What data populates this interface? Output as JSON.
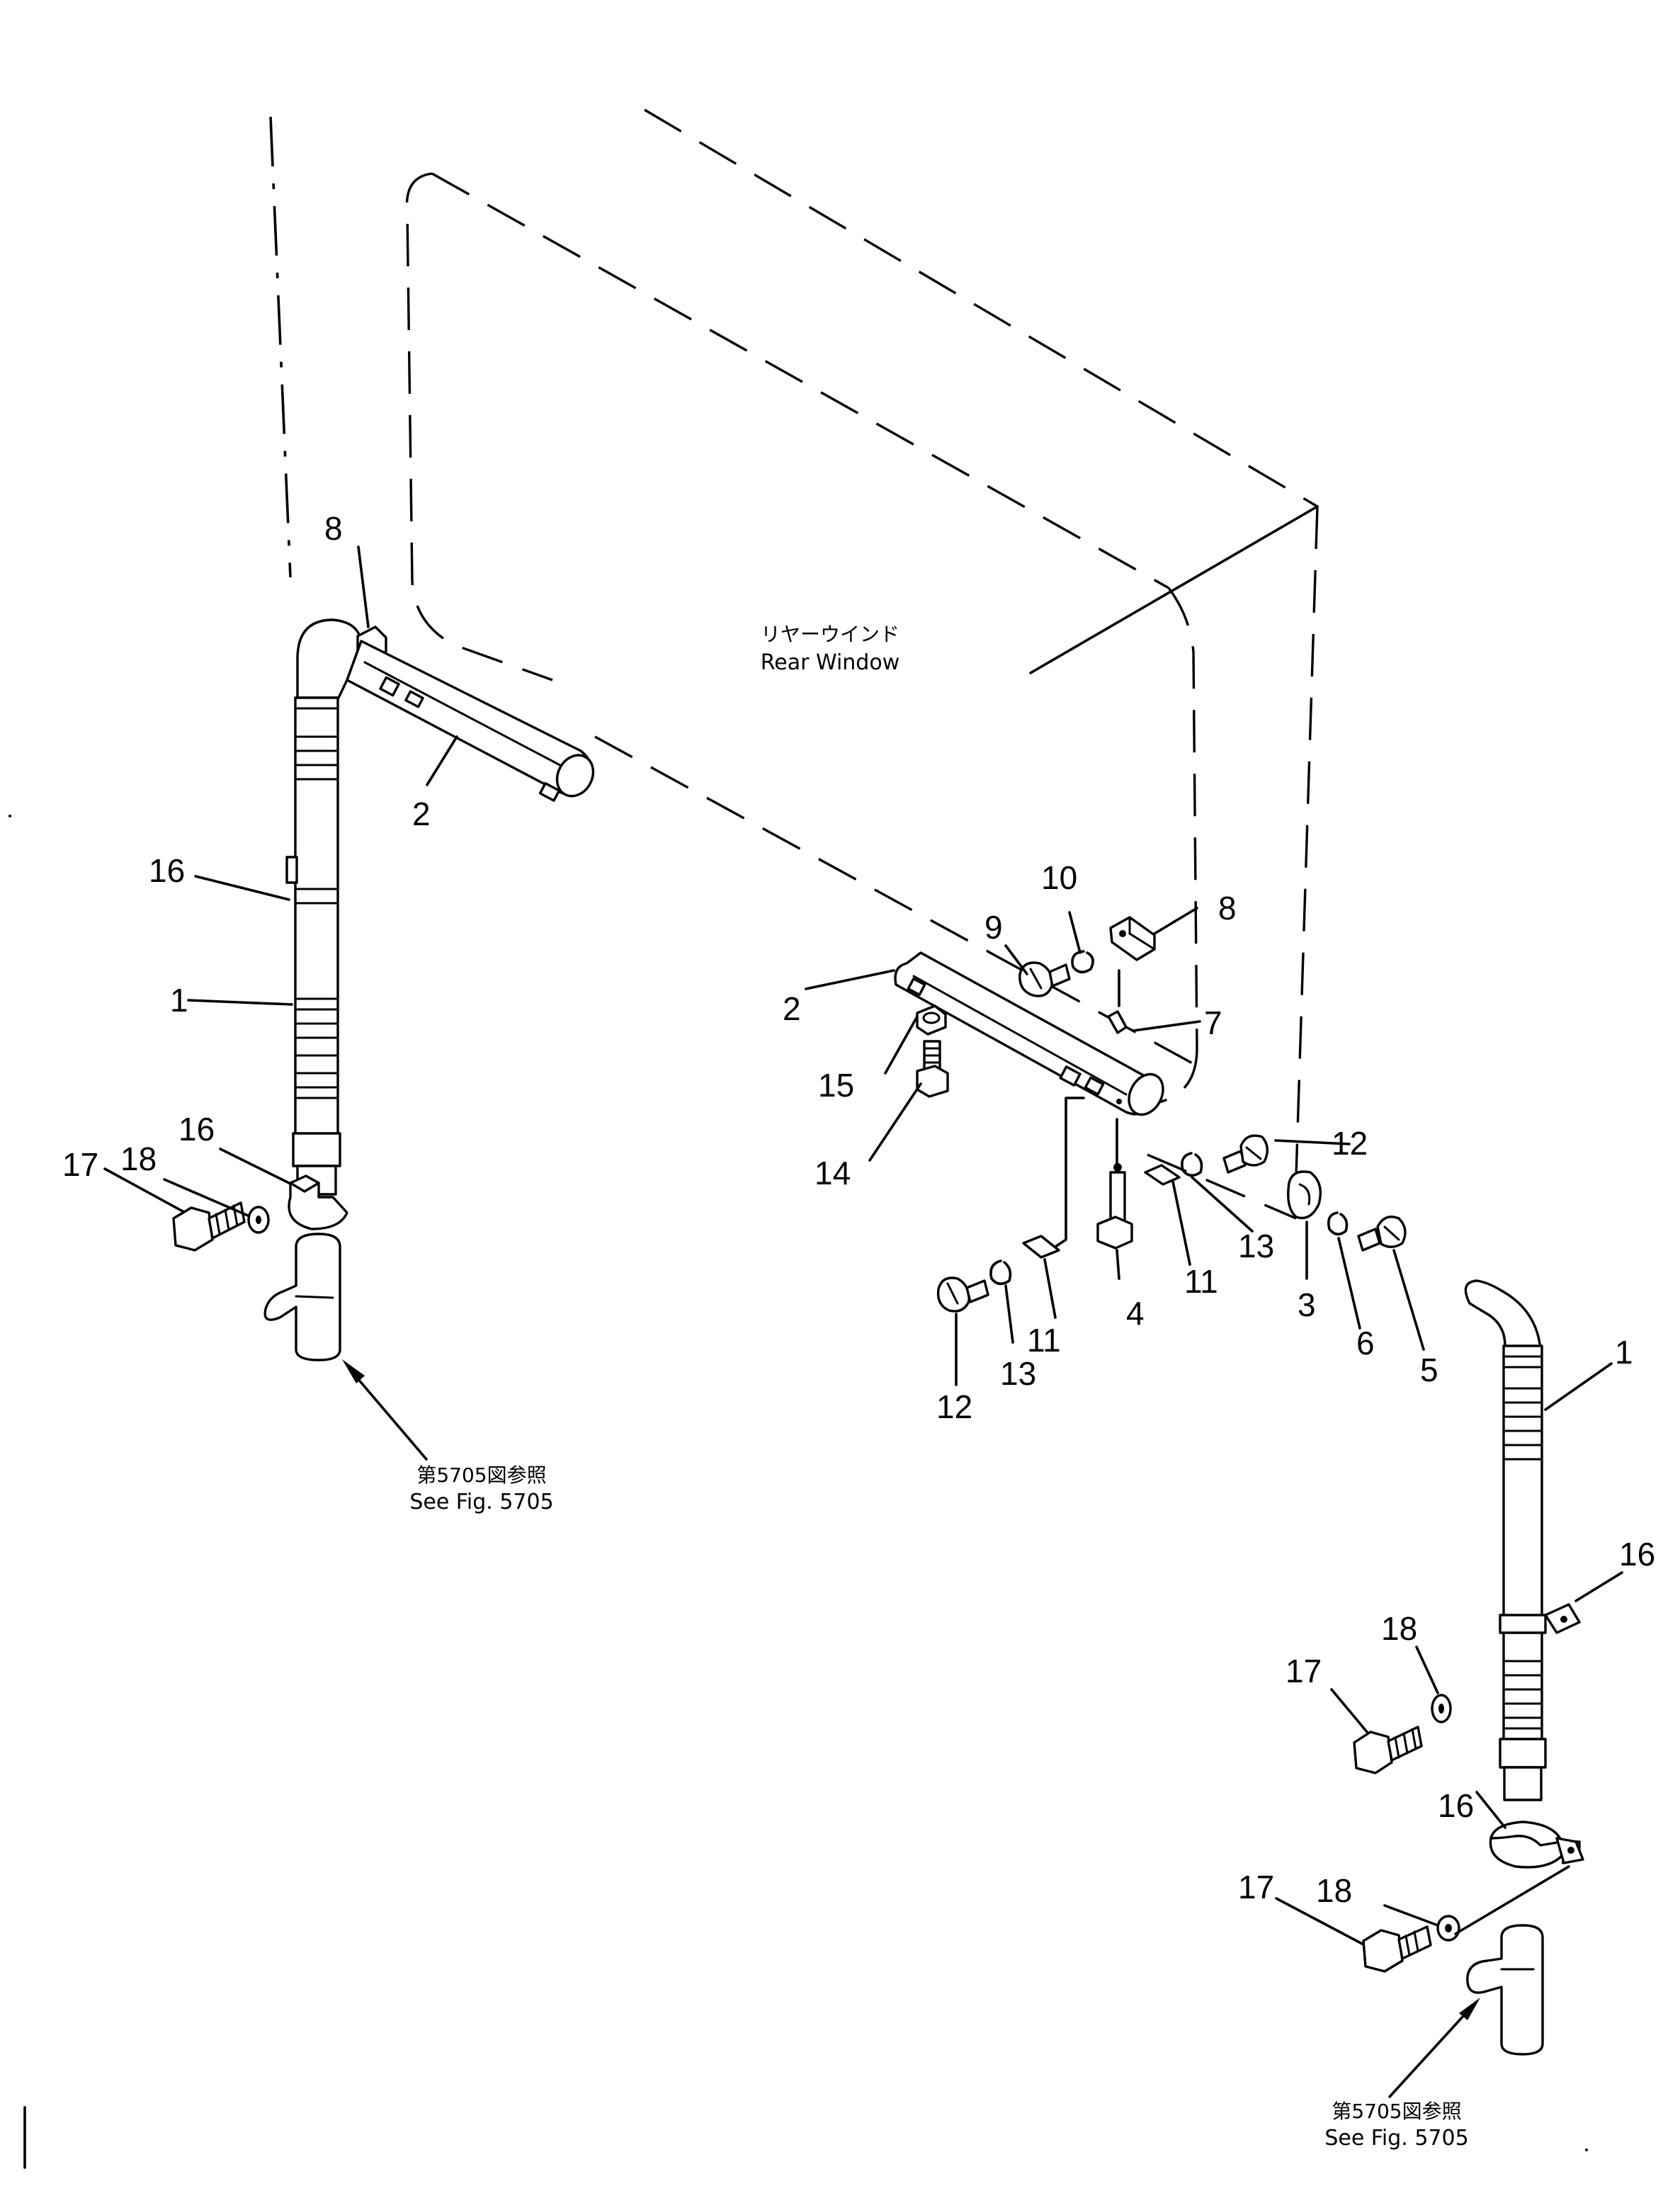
{
  "window_label": {
    "jp": "リヤーウインド",
    "en": "Rear Window"
  },
  "refs": [
    {
      "jp": "第5705図参照",
      "en": "See Fig. 5705"
    },
    {
      "jp": "第5705図参照",
      "en": "See Fig. 5705"
    }
  ],
  "callouts": [
    "1",
    "2",
    "3",
    "4",
    "5",
    "6",
    "7",
    "8",
    "9",
    "10",
    "11",
    "12",
    "13",
    "14",
    "15",
    "16",
    "17",
    "18"
  ]
}
